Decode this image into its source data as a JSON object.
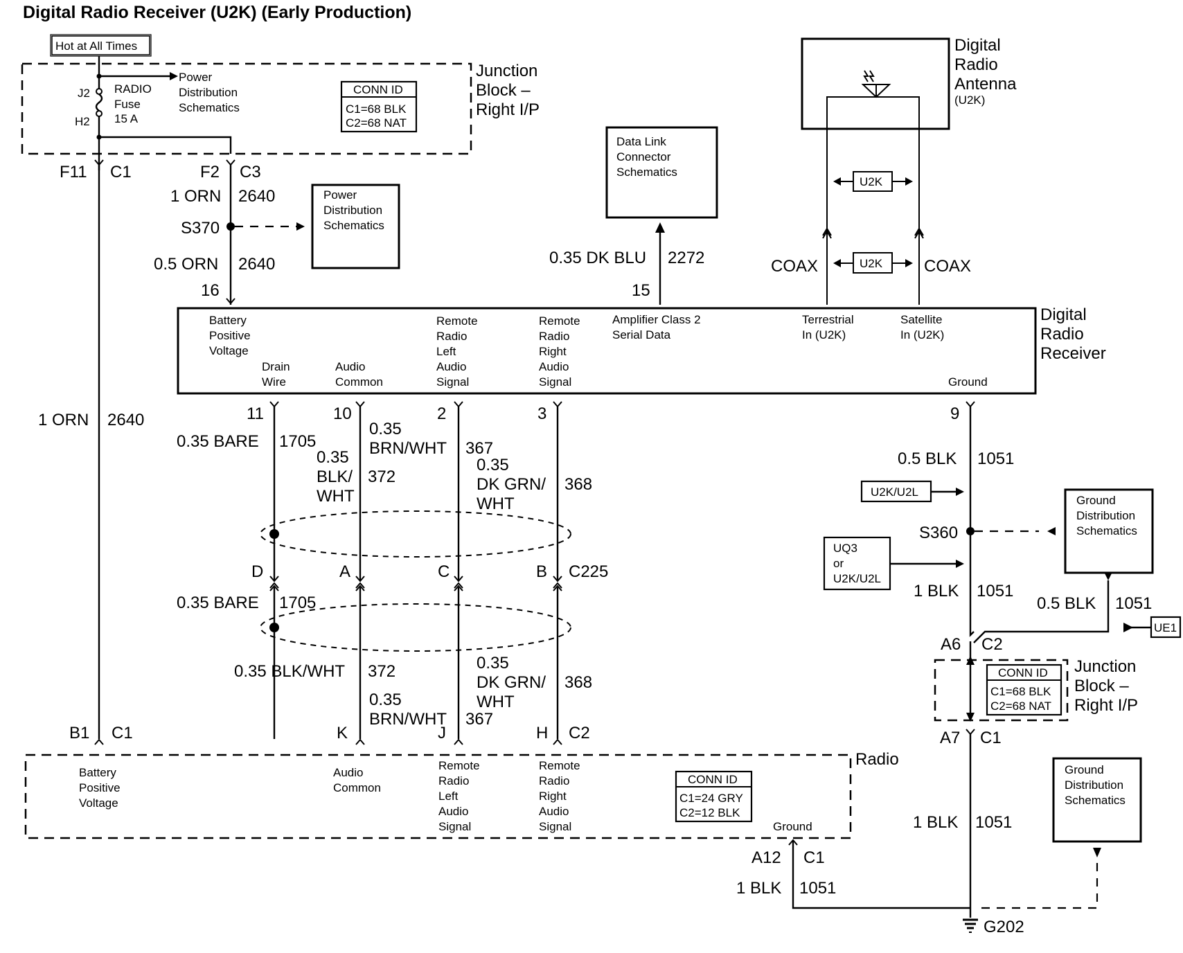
{
  "title": "Digital Radio Receiver (U2K) (Early Production)",
  "hot_label": "Hot at All Times",
  "jb_top": {
    "fuse_lines": [
      "RADIO",
      "Fuse",
      "15 A"
    ],
    "pins": [
      "J2",
      "H2"
    ],
    "pd_lines": [
      "Power",
      "Distribution",
      "Schematics"
    ],
    "conn_title": "CONN ID",
    "conn_lines": [
      "C1=68 BLK",
      "C2=68 NAT"
    ],
    "name_lines": [
      "Junction",
      "Block –",
      "Right I/P"
    ],
    "term_f11": "F11",
    "term_c1": "C1",
    "term_f2": "F2",
    "term_c3": "C3"
  },
  "feed": {
    "w1_gauge": "1 ORN",
    "w1_circ": "2640",
    "splice": "S370",
    "pd_lines": [
      "Power",
      "Distribution",
      "Schematics"
    ],
    "w2_gauge": "0.5 ORN",
    "w2_circ": "2640",
    "pin": "16",
    "left_gauge": "1 ORN",
    "left_circ": "2640"
  },
  "dlc": {
    "lines": [
      "Data Link",
      "Connector",
      "Schematics"
    ],
    "gauge": "0.35 DK BLU",
    "circ": "2272",
    "pin": "15"
  },
  "antenna": {
    "name_lines": [
      "Digital",
      "Radio",
      "Antenna"
    ],
    "option": "(U2K)",
    "u2k": "U2K",
    "coax": "COAX"
  },
  "receiver": {
    "name_lines": [
      "Digital",
      "Radio",
      "Receiver"
    ],
    "battery": [
      "Battery",
      "Positive",
      "Voltage"
    ],
    "drain": [
      "Drain",
      "Wire"
    ],
    "audio_common": [
      "Audio",
      "Common"
    ],
    "left": [
      "Remote",
      "Radio",
      "Left",
      "Audio",
      "Signal"
    ],
    "right": [
      "Remote",
      "Radio",
      "Right",
      "Audio",
      "Signal"
    ],
    "amp": [
      "Amplifier Class 2",
      "Serial Data"
    ],
    "terr": [
      "Terrestrial",
      "In (U2K)"
    ],
    "sat": [
      "Satellite",
      "In (U2K)"
    ],
    "ground": "Ground",
    "pins": [
      "11",
      "10",
      "2",
      "3",
      "9"
    ]
  },
  "wires_upper": {
    "drain_gauge": "0.35 BARE",
    "drain_circ": "1705",
    "common_gauge": [
      "0.35",
      "BLK/",
      "WHT"
    ],
    "common_circ": "372",
    "left_gauge": [
      "0.35",
      "BRN/WHT"
    ],
    "left_circ": "367",
    "right_gauge": [
      "0.35",
      "DK GRN/",
      "WHT"
    ],
    "right_circ": "368"
  },
  "c225": {
    "pins": [
      "D",
      "A",
      "C",
      "B"
    ],
    "name": "C225"
  },
  "wires_lower": {
    "drain_gauge": "0.35 BARE",
    "drain_circ": "1705",
    "common_gauge": "0.35 BLK/WHT",
    "common_circ": "372",
    "left_gauge": [
      "0.35",
      "BRN/WHT"
    ],
    "left_circ": "367",
    "right_gauge": [
      "0.35",
      "DK GRN/",
      "WHT"
    ],
    "right_circ": "368"
  },
  "radio_conn": {
    "b1": "B1",
    "c1": "C1",
    "k": "K",
    "j": "J",
    "h": "H",
    "c2": "C2"
  },
  "radio": {
    "name": "Radio",
    "battery": [
      "Battery",
      "Positive",
      "Voltage"
    ],
    "common": [
      "Audio",
      "Common"
    ],
    "left": [
      "Remote",
      "Radio",
      "Left",
      "Audio",
      "Signal"
    ],
    "right": [
      "Remote",
      "Radio",
      "Right",
      "Audio",
      "Signal"
    ],
    "conn_title": "CONN ID",
    "conn_lines": [
      "C1=24 GRY",
      "C2=12 BLK"
    ],
    "ground": "Ground",
    "pin": "A12",
    "conn": "C1",
    "gauge": "1 BLK",
    "circ": "1051"
  },
  "ground_right": {
    "w1_gauge": "0.5 BLK",
    "w1_circ": "1051",
    "opt1": "U2K/U2L",
    "splice": "S360",
    "gd_lines": [
      "Ground",
      "Distribution",
      "Schematics"
    ],
    "opt2_lines": [
      "UQ3",
      "or",
      "U2K/U2L"
    ],
    "w2_gauge": "1 BLK",
    "w2_circ": "1051",
    "w3_gauge": "0.5 BLK",
    "w3_circ": "1051",
    "opt3": "UE1",
    "a6": "A6",
    "c2": "C2",
    "jb_conn_title": "CONN ID",
    "jb_conn_lines": [
      "C1=68 BLK",
      "C2=68 NAT"
    ],
    "jb_name": [
      "Junction",
      "Block –",
      "Right I/P"
    ],
    "a7": "A7",
    "c1": "C1",
    "w4_gauge": "1 BLK",
    "w4_circ": "1051",
    "gd2_lines": [
      "Ground",
      "Distribution",
      "Schematics"
    ],
    "ground_id": "G202"
  }
}
